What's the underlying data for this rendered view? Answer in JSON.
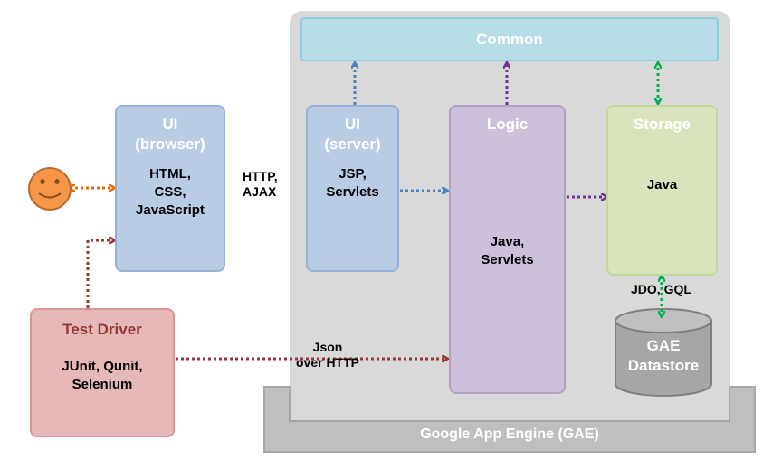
{
  "gae_label": "Google App Engine (GAE)",
  "common": "Common",
  "ui_browser": {
    "title": "UI\n(browser)",
    "body": "HTML,\nCSS,\nJavaScript"
  },
  "ui_server": {
    "title": "UI\n(server)",
    "body": "JSP,\nServlets"
  },
  "logic": {
    "title": "Logic",
    "body": "Java,\nServlets"
  },
  "storage": {
    "title": "Storage",
    "body": "Java"
  },
  "datastore": "GAE\nDatastore",
  "test_driver": {
    "title": "Test Driver",
    "body": "JUnit, Qunit,\nSelenium"
  },
  "labels": {
    "http": "HTTP,\nAJAX",
    "json": "Json\nover HTTP",
    "jdo": "JDO, GQL"
  },
  "colors": {
    "ui": "#b8cce4",
    "logic": "#ccc0da",
    "storage": "#d7e4bc",
    "test": "#e6b9b8",
    "common": "#b7dde8",
    "gae": "#d9d9d9"
  },
  "icons": {
    "user": "smiley-face-icon"
  }
}
